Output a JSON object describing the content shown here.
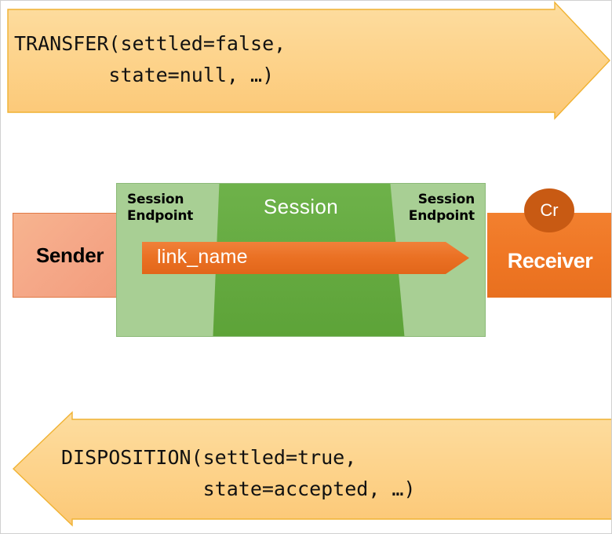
{
  "diagram": {
    "title_context": "AMQP transfer and disposition between sender and receiver",
    "colors": {
      "arrow_fill": "#fcd181",
      "arrow_stroke": "#f0b232",
      "sender_fill": "#f5a888",
      "sender_stroke": "#e07a47",
      "receiver_fill": "#ef7624",
      "session_outer_fill": "#a8cf94",
      "session_inner_fill": "#66ac43",
      "link_arrow_fill": "#ea7023",
      "badge_fill": "#c85a13",
      "text_dark": "#111111",
      "text_light": "#ffffff"
    }
  },
  "top_arrow": {
    "direction": "right",
    "line1": "TRANSFER(settled=false,",
    "line2": "        state=null, …)"
  },
  "bottom_arrow": {
    "direction": "left",
    "line1": "DISPOSITION(settled=true,",
    "line2": "            state=accepted, …)"
  },
  "sender": {
    "label": "Sender"
  },
  "receiver": {
    "label": "Receiver",
    "badge": "Cr"
  },
  "session": {
    "title": "Session",
    "endpoint_left": "Session\nEndpoint",
    "endpoint_left_line1": "Session",
    "endpoint_left_line2": "Endpoint",
    "endpoint_right_line1": "Session",
    "endpoint_right_line2": "Endpoint"
  },
  "link": {
    "label": "link_name",
    "direction": "right"
  }
}
